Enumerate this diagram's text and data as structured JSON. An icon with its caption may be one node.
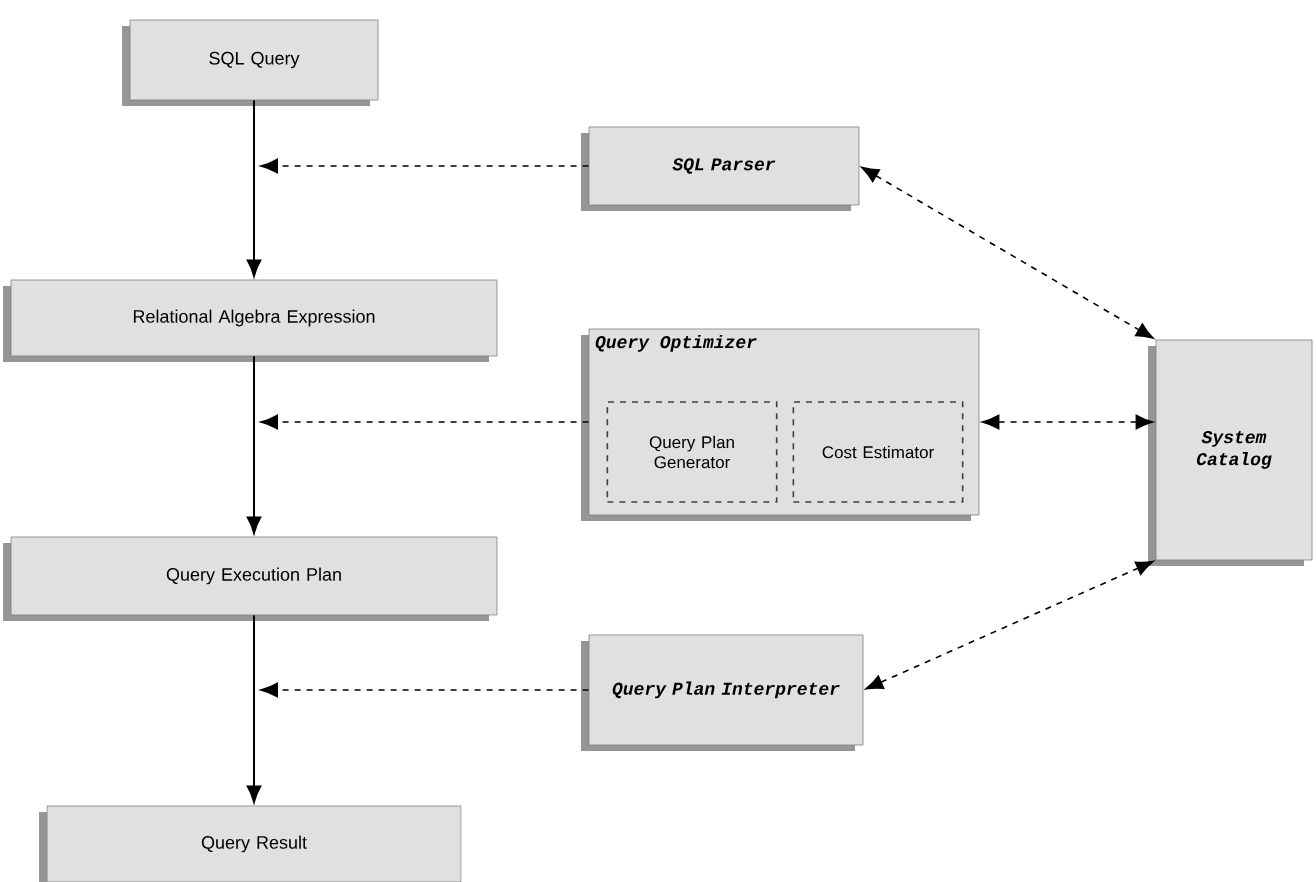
{
  "diagram": {
    "nodes": [
      {
        "text": [
          "SQL Query"
        ]
      },
      {
        "text": [
          "Relational Algebra Expression"
        ]
      },
      {
        "text": [
          "Query Execution Plan"
        ]
      },
      {
        "text": [
          "Query Result"
        ]
      },
      {
        "text": [
          "SQL Parser"
        ]
      },
      {
        "text": [
          "Query Optimizer"
        ]
      },
      {
        "text": [
          "Query Plan Generator"
        ],
        "in": 5
      },
      {
        "text": [
          "Cost Estimator"
        ],
        "in": 5
      },
      {
        "text": [
          "System Catalog"
        ]
      },
      {
        "text": [
          "Query Plan Interpreter"
        ]
      }
    ],
    "edges": [
      {
        "from": 0,
        "to": 1,
        "arrow": "to"
      },
      {
        "from": 1,
        "to": 2,
        "arrow": "to"
      },
      {
        "from": 2,
        "to": 3,
        "arrow": "to"
      },
      {
        "from": 4,
        "to": null,
        "arrow": "to",
        "style": "dashed"
      },
      {
        "from": 5,
        "to": null,
        "arrow": "to",
        "style": "dashed"
      },
      {
        "from": 9,
        "to": null,
        "arrow": "to",
        "style": "dashed"
      },
      {
        "from": 4,
        "to": 8,
        "arrow": "both",
        "style": "dashed"
      },
      {
        "from": 5,
        "to": 8,
        "arrow": "both",
        "style": "dashed"
      },
      {
        "from": 9,
        "to": 8,
        "arrow": "both",
        "style": "dashed"
      }
    ]
  }
}
